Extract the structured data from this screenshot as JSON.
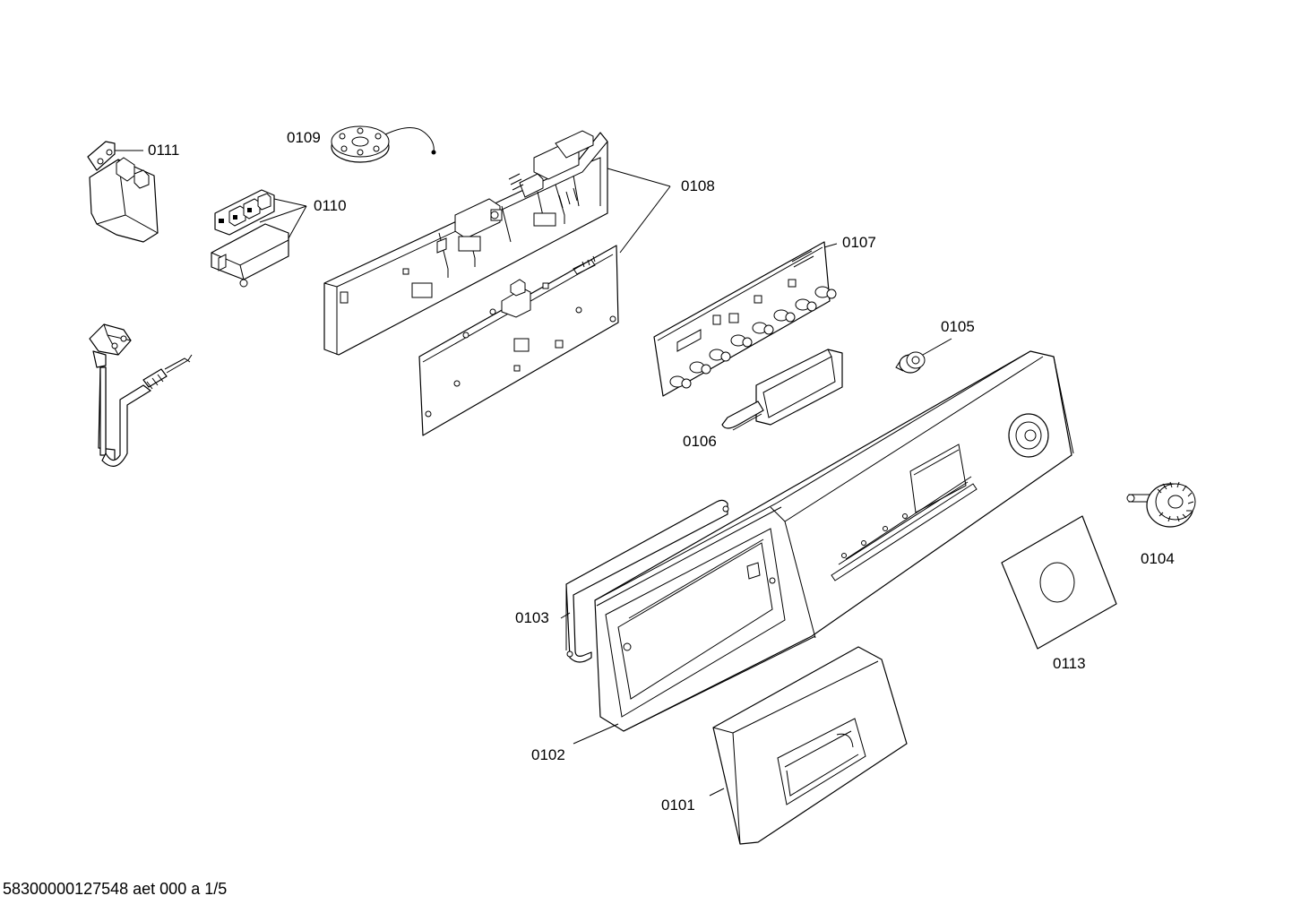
{
  "labels": {
    "p0101": "0101",
    "p0102": "0102",
    "p0103": "0103",
    "p0104": "0104",
    "p0105": "0105",
    "p0106": "0106",
    "p0107": "0107",
    "p0108": "0108",
    "p0109": "0109",
    "p0110": "0110",
    "p0111": "0111",
    "p0113": "0113"
  },
  "footer": {
    "document_id": "58300000127548 aet 000 a 1/5"
  }
}
